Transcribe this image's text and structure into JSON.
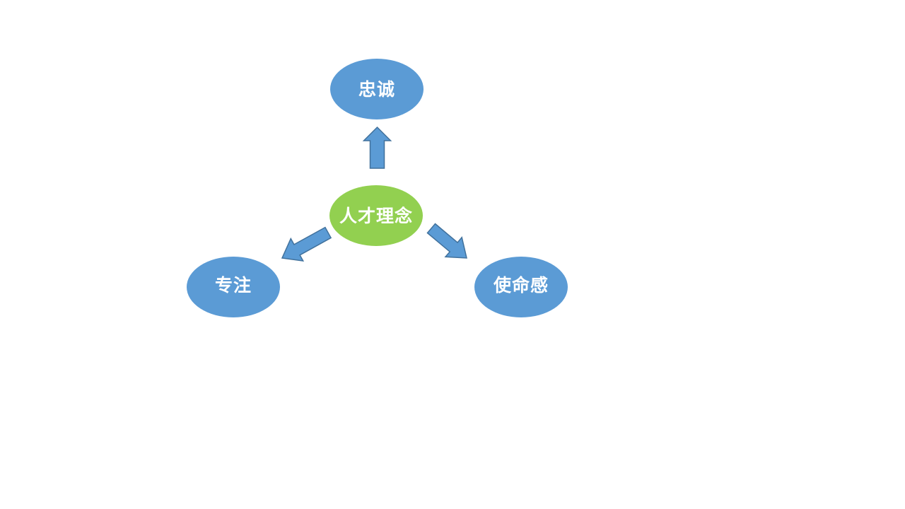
{
  "slide": {
    "background": "#FFFFFF",
    "colors": {
      "node_fill": "#5B9BD5",
      "center_fill": "#92D050",
      "arrow_fill": "#5B9BD5",
      "arrow_stroke": "#41719C",
      "label": "#FFFFFF"
    },
    "center_node": {
      "label": "人才理念"
    },
    "nodes": {
      "top": {
        "label": "忠诚"
      },
      "left": {
        "label": "专注"
      },
      "right": {
        "label": "使命感"
      }
    }
  }
}
